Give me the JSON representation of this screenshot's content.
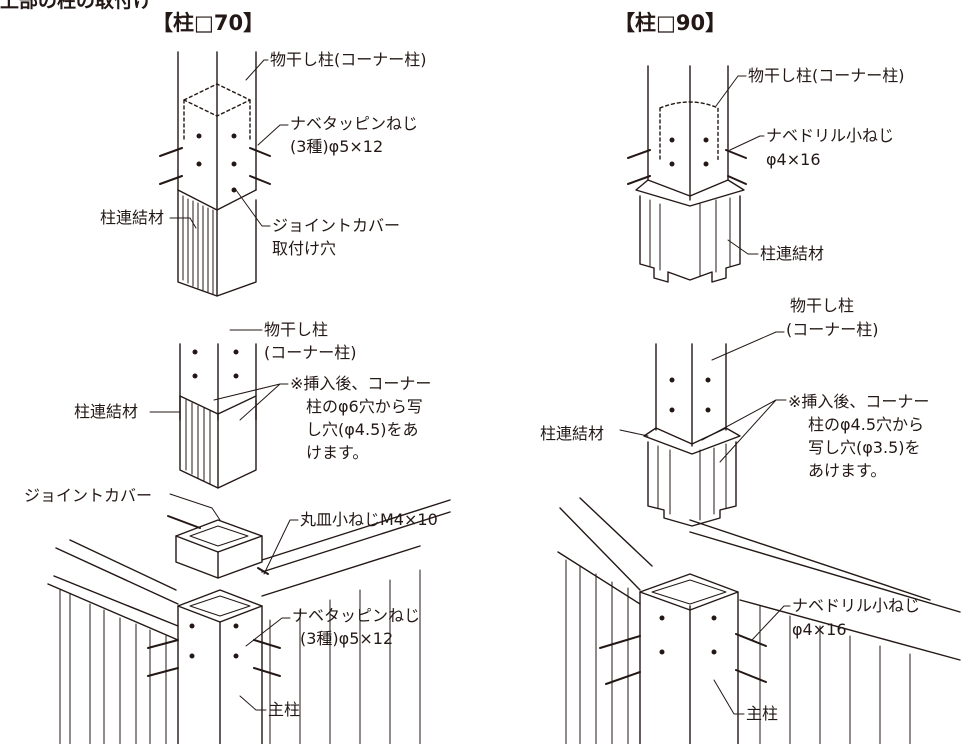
{
  "top_heading": "上部の柱の取付け",
  "left": {
    "title": "【柱□70】",
    "upper": {
      "post_label": "物干し柱(コーナー柱)",
      "screw_line1": "ナベタッピンねじ",
      "screw_line2": "(3種)φ5×12",
      "coupler_label": "柱連結材",
      "cover_hole_line1": "ジョイントカバー",
      "cover_hole_line2": "取付け穴"
    },
    "lower": {
      "post_line1": "物干し柱",
      "post_line2": "(コーナー柱)",
      "coupler_label": "柱連結材",
      "note_line1": "※挿入後、コーナー",
      "note_line2": "柱のφ6穴から写",
      "note_line3": "し穴(φ4.5)をあ",
      "note_line4": "けます。",
      "joint_cover_label": "ジョイントカバー",
      "round_screw_label": "丸皿小ねじM4×10",
      "screw_line1": "ナベタッピンねじ",
      "screw_line2": "(3種)φ5×12",
      "main_post_label": "主柱"
    }
  },
  "right": {
    "title": "【柱□90】",
    "upper": {
      "post_label": "物干し柱(コーナー柱)",
      "screw_line1": "ナベドリル小ねじ",
      "screw_line2": "φ4×16",
      "coupler_label": "柱連結材"
    },
    "lower": {
      "post_line1": "物干し柱",
      "post_line2": "(コーナー柱)",
      "coupler_label": "柱連結材",
      "note_line1": "※挿入後、コーナー",
      "note_line2": "柱のφ4.5穴から",
      "note_line3": "写し穴(φ3.5)を",
      "note_line4": "あけます。",
      "screw_line1": "ナベドリル小ねじ",
      "screw_line2": "φ4×16",
      "main_post_label": "主柱"
    }
  }
}
